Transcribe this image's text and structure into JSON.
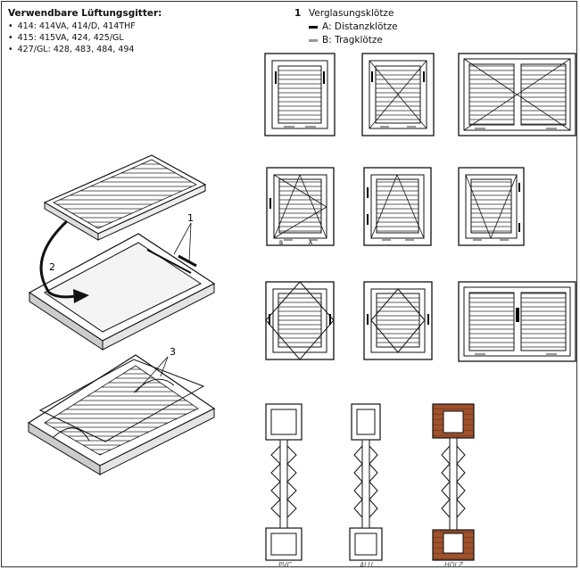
{
  "header": {
    "title": "Verwendbare Lüftungsgitter:",
    "items": [
      "414: 414VA, 414/D, 414THF",
      "415: 415VA, 424, 425/GL",
      "427/GL: 428, 483, 484, 494"
    ]
  },
  "legend": {
    "number": "1",
    "title": "Verglasungsklötze",
    "a_label": "A: Distanzklötze",
    "b_label": "B: Tragklötze",
    "a_color": "#000000",
    "b_color": "#999999"
  },
  "callouts": {
    "c1": "1",
    "c2": "2",
    "c3": "3"
  },
  "block_letters": {
    "a": "A",
    "b": "B"
  },
  "sections": {
    "pvc": "PVC",
    "alu": "ALU",
    "holz": "HOLZ"
  },
  "colors": {
    "wood": "#a0522d"
  }
}
